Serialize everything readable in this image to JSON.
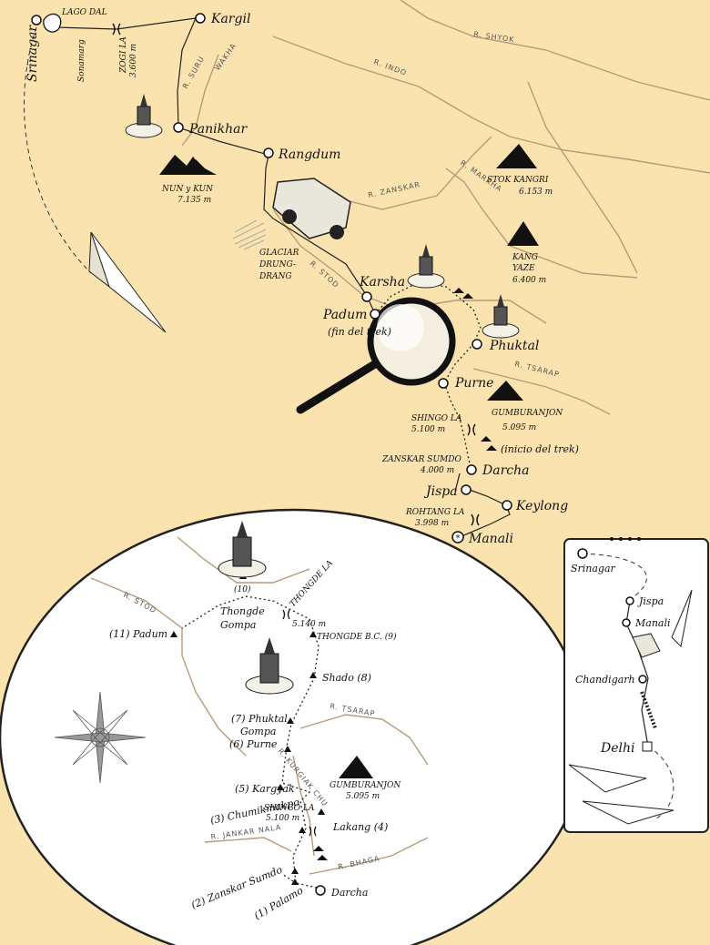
{
  "main_map": {
    "towns": [
      {
        "name": "Srinagar",
        "size": "big"
      },
      {
        "name": "Sonamarg",
        "size": "sm"
      },
      {
        "name": "Kargil",
        "size": "big"
      },
      {
        "name": "Panikhar",
        "size": "big"
      },
      {
        "name": "Rangdum",
        "size": "big"
      },
      {
        "name": "Karsha",
        "size": "big"
      },
      {
        "name": "Padum",
        "size": "big"
      },
      {
        "name": "Phuktal",
        "size": "big"
      },
      {
        "name": "Purne",
        "size": "big"
      },
      {
        "name": "Darcha",
        "size": "big"
      },
      {
        "name": "Jispa",
        "size": "big"
      },
      {
        "name": "Keylong",
        "size": "big"
      },
      {
        "name": "Manali",
        "size": "big"
      }
    ],
    "notes": {
      "lago_dal": "LAGO DAL",
      "zogi_la": "ZOGI LA",
      "zogi_la_alt": "3.600 m",
      "nun_kun": "NUN y KUN",
      "nun_kun_alt": "7.135 m",
      "glaciar_1": "GLACIAR",
      "glaciar_2": "DRUNG-",
      "glaciar_3": "DRANG",
      "stok_kangri": "STOK KANGRI",
      "stok_kangri_alt": "6.153 m",
      "kang_yaze_1": "KANG",
      "kang_yaze_2": "YAZE",
      "kang_yaze_alt": "6.400 m",
      "fin_trek": "(fin del trek)",
      "gumburanjon": "GUMBURANJON",
      "gumburanjon_alt": "5.095 m",
      "shingo_la": "SHINGO LA",
      "shingo_la_alt": "5.100 m",
      "inicio_trek": "(inicio del trek)",
      "zanskar_sumdo": "ZANSKAR SUMDO",
      "zanskar_sumdo_alt": "4.000 m",
      "rohtang_la": "ROHTANG LA",
      "rohtang_la_alt": "3.998 m"
    },
    "rivers": {
      "shyok": "R. SHYOK",
      "indo": "R. INDO",
      "suru": "R. SURU",
      "wakha": "WAKHA",
      "zanskar": "R. ZANSKAR",
      "markha": "R. MARKHA",
      "stod": "R. STOD",
      "tsarap": "R. TSARAP"
    }
  },
  "trek_map": {
    "stages": [
      {
        "label": "(1) Palamo"
      },
      {
        "label": "(2) Zanskar Sumdo"
      },
      {
        "label": "(3) Chumikmakpo"
      },
      {
        "label": "Lakang (4)"
      },
      {
        "label": "(5) Kargyak"
      },
      {
        "label": "(6) Purne"
      },
      {
        "label": "(7) Phuktal"
      },
      {
        "label": "Gompa"
      },
      {
        "label": "Shado (8)"
      },
      {
        "label": "THONGDE B.C. (9)"
      },
      {
        "label": "(10)"
      },
      {
        "label": "Thongde"
      },
      {
        "label": "Gompa"
      },
      {
        "label": "(11) Padum"
      },
      {
        "label": "Darcha"
      }
    ],
    "passes": {
      "thongde_la": "THONGDE LA",
      "thongde_la_alt": "5.140 m",
      "shingo_la": "SHINGO LA",
      "shingo_la_alt": "5.100 m",
      "gumburanjon": "GUMBURANJON",
      "gumburanjon_alt": "5.095 m"
    },
    "rivers": {
      "stod": "R. STOD",
      "tsarap": "R. TSARAP",
      "kurgiak": "R. KURGIAK CHU",
      "jankar": "R. JANKAR NALA",
      "bhaga": "R. BHAGA"
    }
  },
  "inset_map": {
    "places": [
      {
        "name": "Srinagar"
      },
      {
        "name": "Jispa"
      },
      {
        "name": "Manali"
      },
      {
        "name": "Chandigarh"
      },
      {
        "name": "Delhi"
      }
    ]
  }
}
